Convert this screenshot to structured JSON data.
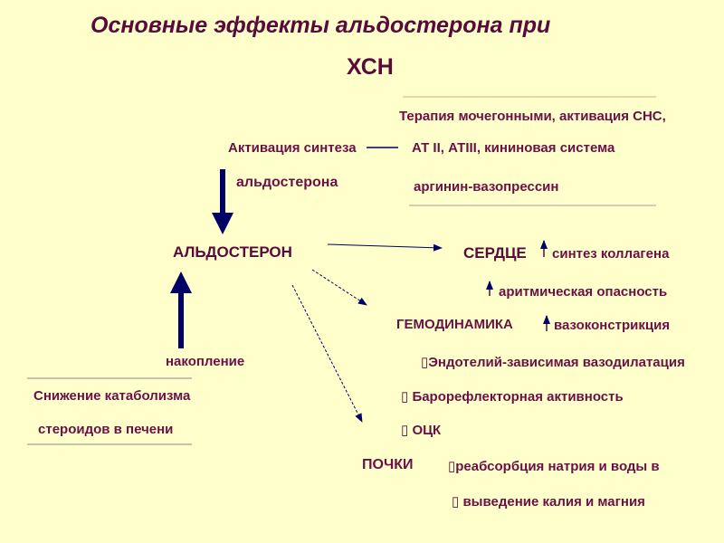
{
  "title": {
    "line1": "Основные эффекты альдостерона при",
    "line2": "ХСН"
  },
  "causes": {
    "therapy": "Терапия мочегонными, активация СНС,",
    "activation_label": "Активация синтеза",
    "aldo_gen": "альдостерона",
    "at": "АТ II,  АТIII, кининовая система",
    "vaso": "аргинин-вазопрессин"
  },
  "center": {
    "aldo": "АЛЬДОСТЕРОН"
  },
  "heart": {
    "label": "СЕРДЦЕ",
    "collagen": "синтез коллагена",
    "arrhythm": "аритмическая опасность"
  },
  "hemo": {
    "label": "ГЕМОДИНАМИКА",
    "vasocon": "вазоконстрикция",
    "endo": "Эндотелий-зависимая вазодилатация",
    "baro": "Барорефлекторная активность",
    "ock": "ОЦК"
  },
  "kidney": {
    "label": "ПОЧКИ",
    "sodium": "реабсорбция натрия и воды в",
    "potassium": "выведение калия и магния"
  },
  "left": {
    "accum": "накопление",
    "catab1": "Снижение катаболизма",
    "catab2": "стероидов в печени"
  },
  "colors": {
    "background": "#ffffcc",
    "text": "#6b1045",
    "arrow": "#000066"
  }
}
